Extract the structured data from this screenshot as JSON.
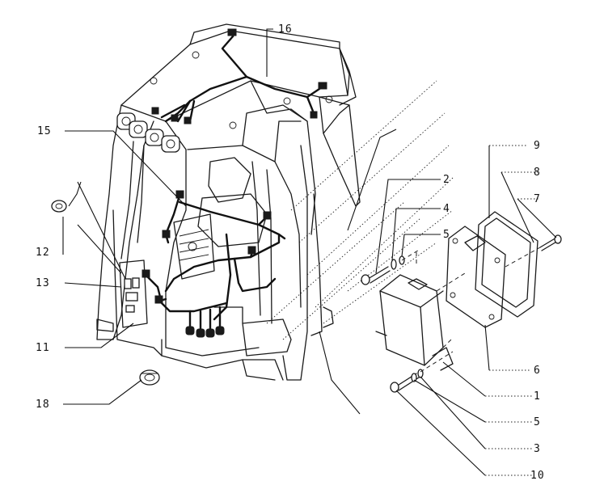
{
  "callouts": [
    {
      "id": "c16",
      "text": "16"
    },
    {
      "id": "c15",
      "text": "15"
    },
    {
      "id": "c2",
      "text": "2"
    },
    {
      "id": "c4",
      "text": "4"
    },
    {
      "id": "c5a",
      "text": "5"
    },
    {
      "id": "c9",
      "text": "9"
    },
    {
      "id": "c8",
      "text": "8"
    },
    {
      "id": "c7",
      "text": "7"
    },
    {
      "id": "c12",
      "text": "12"
    },
    {
      "id": "c13",
      "text": "13"
    },
    {
      "id": "c11",
      "text": "11"
    },
    {
      "id": "c18",
      "text": "18"
    },
    {
      "id": "c6",
      "text": "6"
    },
    {
      "id": "c1",
      "text": "1"
    },
    {
      "id": "c5b",
      "text": "5"
    },
    {
      "id": "c3",
      "text": "3"
    },
    {
      "id": "c10",
      "text": "10"
    }
  ]
}
